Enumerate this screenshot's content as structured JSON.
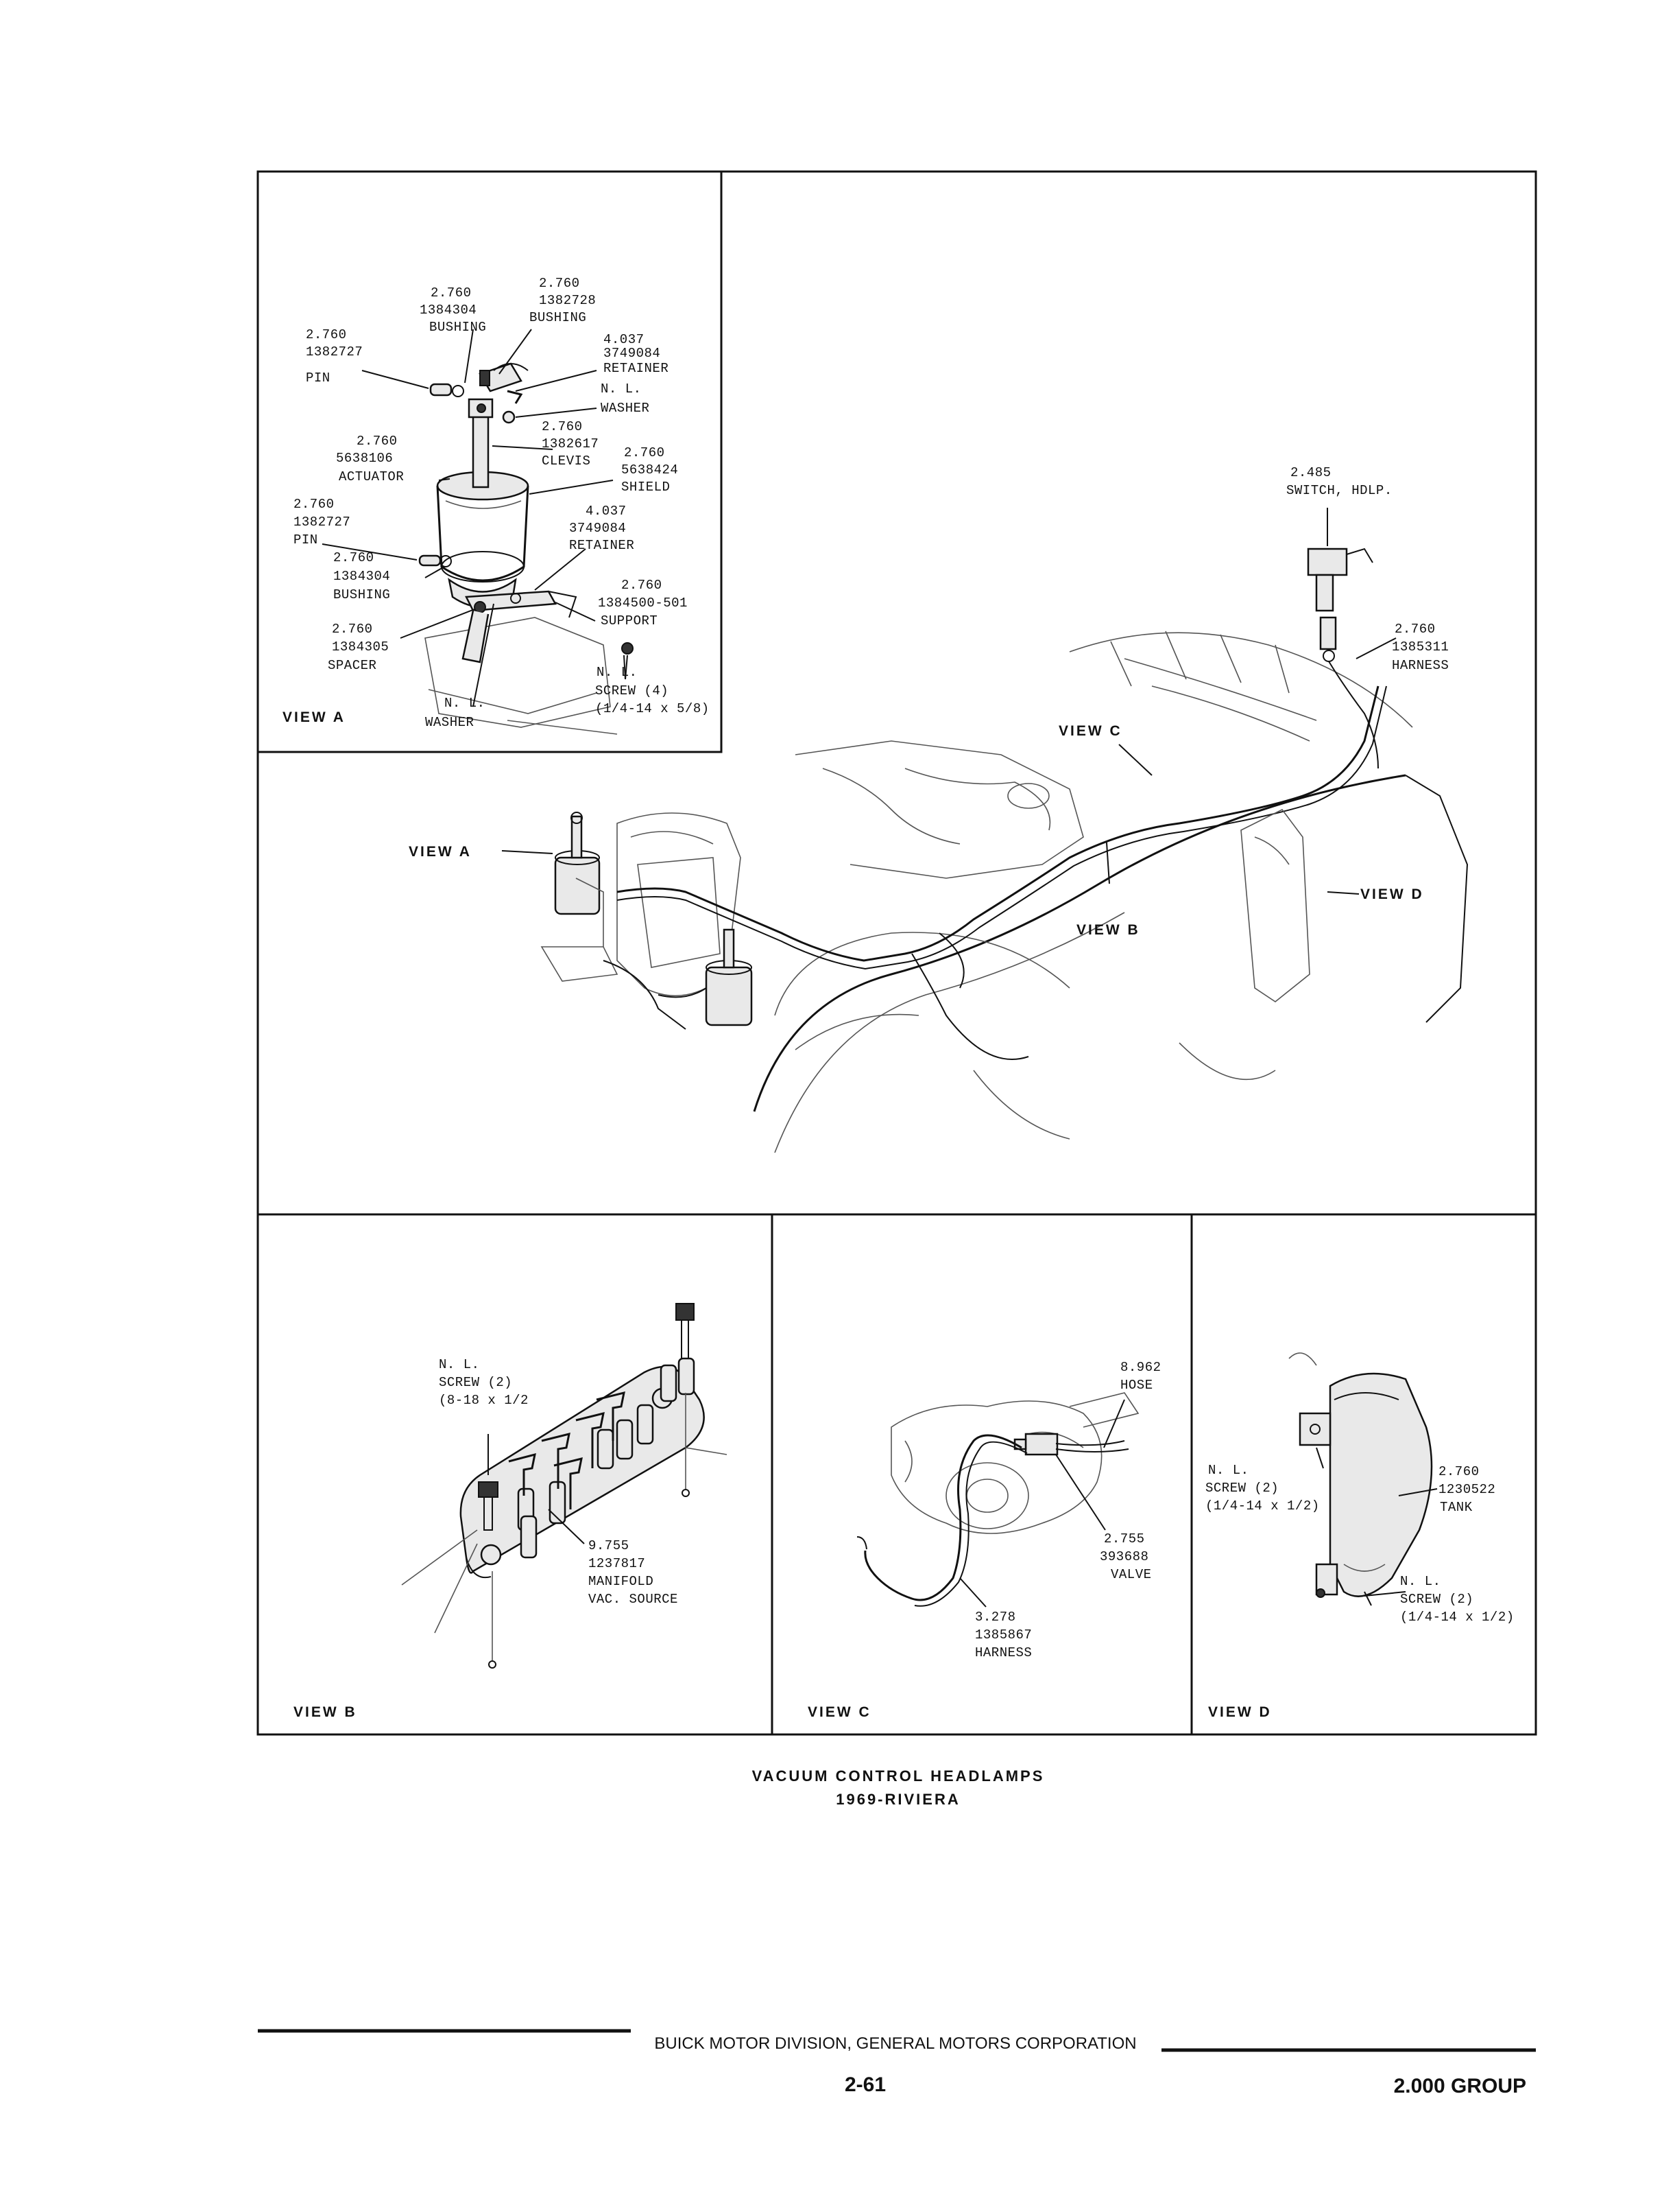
{
  "view_a": {
    "label": "VIEW A",
    "callouts": [
      [
        "2.760",
        "1384304",
        "BUSHING"
      ],
      [
        "2.760",
        "1382728",
        "BUSHING"
      ],
      [
        "2.760",
        "1382727",
        "PIN"
      ],
      [
        "4.037",
        "3749084",
        "RETAINER"
      ],
      [
        "N. L.",
        "WASHER"
      ],
      [
        "2.760",
        "1382617",
        "CLEVIS"
      ],
      [
        "2.760",
        "5638106",
        "ACTUATOR"
      ],
      [
        "2.760",
        "5638424",
        "SHIELD"
      ],
      [
        "2.760",
        "1382727",
        "PIN"
      ],
      [
        "4.037",
        "3749084",
        "RETAINER"
      ],
      [
        "2.760",
        "1384304",
        "BUSHING"
      ],
      [
        "2.760",
        "1384500-501",
        "SUPPORT"
      ],
      [
        "2.760",
        "1384305",
        "SPACER"
      ],
      [
        "N. L.",
        "SCREW (4)",
        "(1/4-14 x 5/8)"
      ],
      [
        "N. L.",
        "WASHER"
      ]
    ]
  },
  "main": {
    "switch": [
      "2.485",
      "SWITCH, HDLP."
    ],
    "harness": [
      "2.760",
      "1385311",
      "HARNESS"
    ],
    "view_a_ref": "VIEW A",
    "view_b_ref": "VIEW B",
    "view_c_ref": "VIEW C",
    "view_d_ref": "VIEW D"
  },
  "view_b": {
    "label": "VIEW B",
    "screw": [
      "N. L.",
      "SCREW (2)",
      "(8-18 x 1/2"
    ],
    "source": [
      "9.755",
      "1237817",
      "MANIFOLD",
      "VAC. SOURCE"
    ]
  },
  "view_c": {
    "label": "VIEW C",
    "hose": [
      "8.962",
      "HOSE"
    ],
    "valve": [
      "2.755",
      "393688",
      "VALVE"
    ],
    "harness": [
      "3.278",
      "1385867",
      "HARNESS"
    ]
  },
  "view_d": {
    "label": "VIEW D",
    "screw1": [
      "N. L.",
      "SCREW (2)",
      "(1/4-14 x 1/2)"
    ],
    "tank": [
      "2.760",
      "1230522",
      "TANK"
    ],
    "screw2": [
      "N. L.",
      "SCREW (2)",
      "(1/4-14 x 1/2)"
    ]
  },
  "caption": {
    "line1": "VACUUM CONTROL HEADLAMPS",
    "line2": "1969-RIVIERA"
  },
  "footer": {
    "division": "BUICK MOTOR DIVISION, GENERAL MOTORS CORPORATION",
    "page": "2-61",
    "group": "2.000 GROUP"
  }
}
